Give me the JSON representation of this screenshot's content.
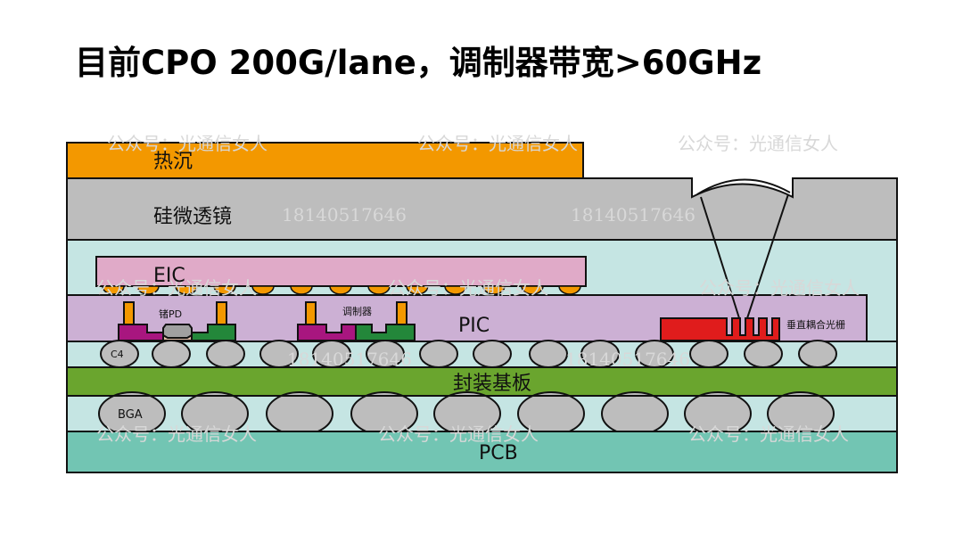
{
  "title": "目前CPO  200G/lane，调制器带宽>60GHz",
  "layers": {
    "heat_sink": "热沉",
    "micro_lens": "硅微透镜",
    "eic": "EIC",
    "pic": "PIC",
    "package_substrate": "封装基板",
    "pcb": "PCB"
  },
  "components": {
    "ge_pd": "锗PD",
    "modulator": "调制器",
    "grating_coupler": "垂直耦合光栅",
    "c4_bump": "C4",
    "bga_ball": "BGA"
  },
  "watermarks": {
    "account": "公众号：光通信女人",
    "phone": "18140517646"
  },
  "colors": {
    "heat_sink": "#f39800",
    "micro_lens": "#bdbdbd",
    "underfill": "#c5e5e3",
    "eic": "#e0aac8",
    "pic": "#ccb0d4",
    "substrate": "#6aa52e",
    "pcb": "#72c5b3",
    "bump": "#bdbdbd",
    "microbump": "#f39800",
    "grating": "#e01c1c",
    "magenta": "#a8167f",
    "green": "#23873a",
    "pd_cap": "#a0a0a0",
    "pd_base": "#e3bfa8"
  }
}
